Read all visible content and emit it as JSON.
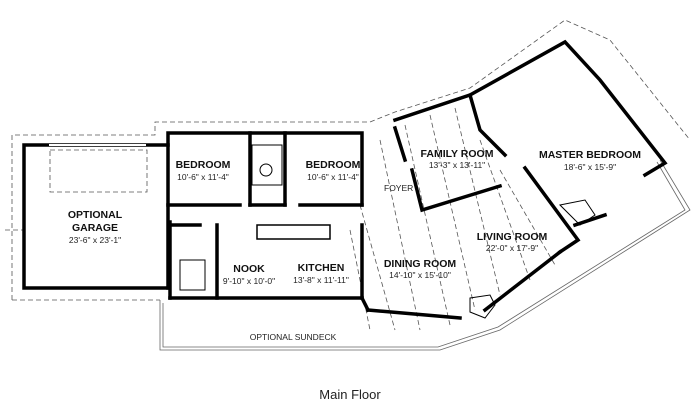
{
  "plan": {
    "caption": "Main Floor",
    "rooms": {
      "garage": {
        "name1": "OPTIONAL",
        "name2": "GARAGE",
        "size": "23'-6\" x 23'-1\""
      },
      "bedroom1": {
        "name": "BEDROOM",
        "size": "10'-6\" x 11'-4\""
      },
      "bedroom2": {
        "name": "BEDROOM",
        "size": "10'-6\" x 11'-4\""
      },
      "foyer": {
        "name": "FOYER"
      },
      "family": {
        "name": "FAMILY ROOM",
        "size": "13'-3\" x 13'-11\""
      },
      "master": {
        "name": "MASTER BEDROOM",
        "size": "18'-6\" x 15'-9\""
      },
      "living": {
        "name": "LIVING ROOM",
        "size": "22'-0\" x 17'-9\""
      },
      "dining": {
        "name": "DINING ROOM",
        "size": "14'-10\" x 15'-10\""
      },
      "nook": {
        "name": "NOOK",
        "size": "9'-10\" x 10'-0\""
      },
      "kitchen": {
        "name": "KITCHEN",
        "size": "13'-8\" x 11'-11\""
      },
      "sundeck": {
        "name": "OPTIONAL SUNDECK"
      }
    }
  }
}
